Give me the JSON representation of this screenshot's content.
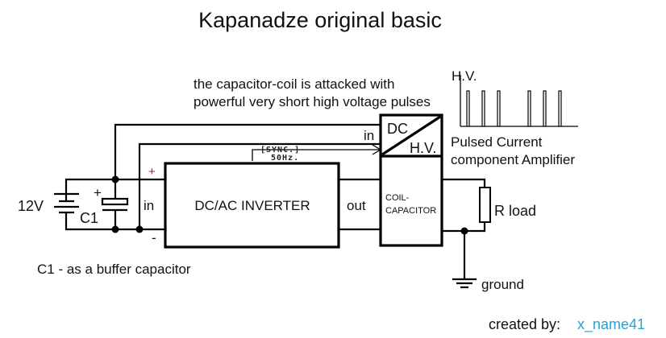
{
  "title": "Kapanadze original basic",
  "annotation": {
    "line1": "the capacitor-coil is attacked with",
    "line2": "powerful very short high voltage pulses"
  },
  "pulse_graph": {
    "y_label": "H.V.",
    "caption_line1": "Pulsed Current",
    "caption_line2": "component Amplifier",
    "pulse_groups": [
      3,
      3
    ]
  },
  "components": {
    "battery": {
      "label": "12V"
    },
    "capacitor": {
      "label": "C1",
      "polarity": "+"
    },
    "inverter": {
      "label": "DC/AC INVERTER",
      "input_label": "in",
      "output_label": "out",
      "plus_terminal": "+",
      "minus_terminal": "-"
    },
    "sync": {
      "line1": "[SYNC.]",
      "line2": "50Hz."
    },
    "dc_hv_converter": {
      "top_label": "DC",
      "bottom_label": "H.V.",
      "input_label": "in"
    },
    "coil_capacitor": {
      "line1": "COIL-",
      "line2": "CAPACITOR"
    },
    "load": {
      "label": "R load"
    },
    "ground": {
      "label": "ground"
    }
  },
  "notes": {
    "c1_note": "C1 - as a buffer capacitor"
  },
  "credit": {
    "prefix": "created by:",
    "author": "x_name41",
    "author_color": "#2a9fd8"
  }
}
